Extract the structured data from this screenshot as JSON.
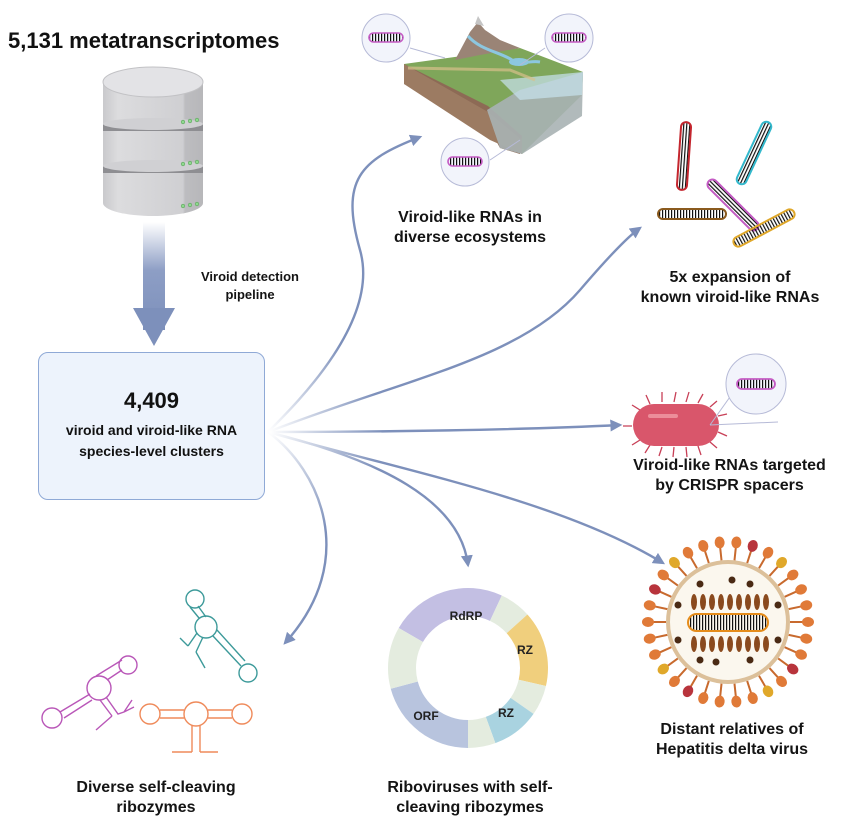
{
  "title": "5,131 metatranscriptomes",
  "pipeline": {
    "label_line1": "Viroid detection",
    "label_line2": "pipeline"
  },
  "cluster_box": {
    "count": "4,409",
    "desc_line1": "viroid and viroid-like RNA",
    "desc_line2": "species-level clusters"
  },
  "outcomes": [
    {
      "id": "ecosystems",
      "line1": "Viroid-like RNAs in",
      "line2": "diverse ecosystems",
      "icon": "landscape-icon"
    },
    {
      "id": "expansion",
      "line1": "5x expansion of",
      "line2": "known viroid-like RNAs",
      "icon": "rod-rnas-icon"
    },
    {
      "id": "crispr",
      "line1": "Viroid-like RNAs targeted",
      "line2": "by CRISPR spacers",
      "icon": "bacterium-icon"
    },
    {
      "id": "hdv",
      "line1": "Distant relatives of",
      "line2": "Hepatitis delta virus",
      "icon": "virus-particle-icon"
    },
    {
      "id": "riboviruses",
      "line1": "Riboviruses with self-",
      "line2": "cleaving ribozymes",
      "icon": "genome-ring-icon"
    },
    {
      "id": "ribozymes",
      "line1": "Diverse self-cleaving",
      "line2": "ribozymes",
      "icon": "ribozyme-structures-icon"
    }
  ],
  "genome_ring": {
    "segments": [
      {
        "label": "RdRP",
        "color": "#c3bfe3"
      },
      {
        "label": "RZ",
        "color": "#f0cf7d"
      },
      {
        "label": "RZ",
        "color": "#a9d3e0"
      },
      {
        "label": "ORF",
        "color": "#b8c4de"
      }
    ],
    "spacer_color": "#e4ecdf"
  },
  "colors": {
    "arrow": "#7d90bb",
    "box_fill": "#edf3fc",
    "box_border": "#8fa9d6",
    "rna_magenta": "#c45bc4",
    "rna_red": "#c4262e",
    "rna_cyan": "#33b8cc",
    "rna_brown": "#8a5a1e",
    "rna_gold": "#e0a82a",
    "bacterium": "#d9566b",
    "ribozyme_magenta": "#b957b8",
    "ribozyme_teal": "#3d9a9a",
    "ribozyme_orange": "#ef8a5a"
  }
}
